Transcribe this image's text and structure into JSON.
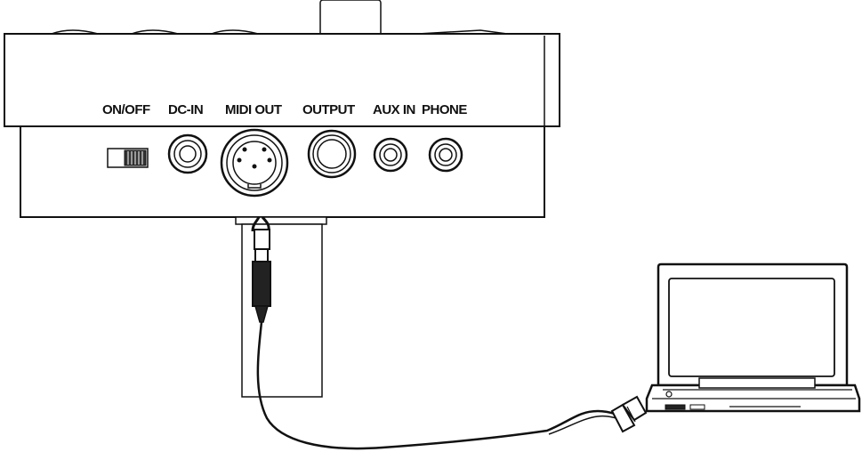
{
  "ports": {
    "on_off": "ON/OFF",
    "dc_in": "DC-IN",
    "midi_out": "MIDI OUT",
    "output": "OUTPUT",
    "aux_in": "AUX IN",
    "phone": "PHONE"
  },
  "colors": {
    "line": "#111111",
    "fill": "#ffffff"
  }
}
